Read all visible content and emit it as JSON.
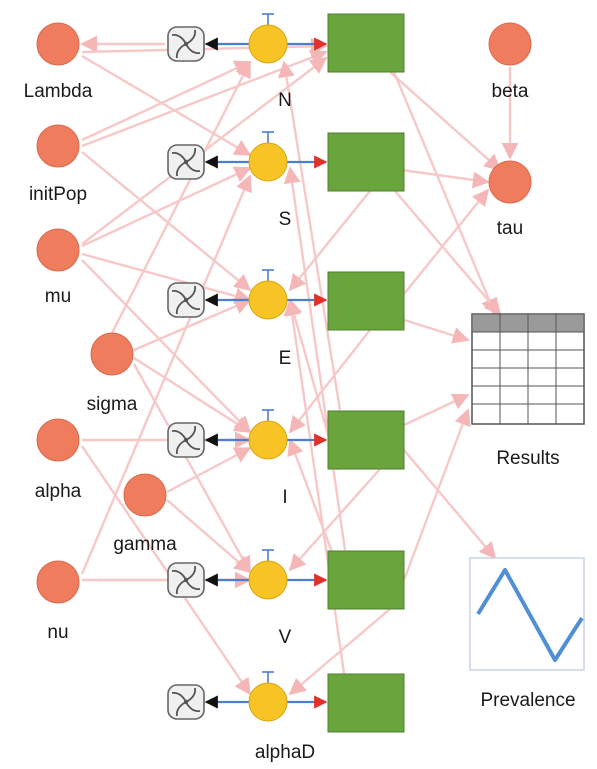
{
  "parameters": [
    {
      "id": "Lambda",
      "label": "Lambda"
    },
    {
      "id": "initPop",
      "label": "initPop"
    },
    {
      "id": "mu",
      "label": "mu"
    },
    {
      "id": "sigma",
      "label": "sigma"
    },
    {
      "id": "alpha",
      "label": "alpha"
    },
    {
      "id": "gamma",
      "label": "gamma"
    },
    {
      "id": "nu",
      "label": "nu"
    },
    {
      "id": "beta",
      "label": "beta"
    },
    {
      "id": "tau",
      "label": "tau"
    }
  ],
  "flows": [
    {
      "id": "N",
      "label": "N"
    },
    {
      "id": "S",
      "label": "S"
    },
    {
      "id": "E",
      "label": "E"
    },
    {
      "id": "I",
      "label": "I"
    },
    {
      "id": "V",
      "label": "V"
    },
    {
      "id": "alphaD",
      "label": "alphaD"
    }
  ],
  "outputs": {
    "results_label": "Results",
    "prevalence_label": "Prevalence"
  },
  "colors": {
    "parameter": "#ef7d5d",
    "valve": "#f7c325",
    "stock": "#6aa43c",
    "link": "#f6c8c8",
    "flow_pipe": "#4a7fd0",
    "prevalence_line": "#4f8fd6"
  },
  "icons": {
    "cloud": "cloud-source-icon",
    "table": "table-icon",
    "graph": "line-graph-icon"
  }
}
